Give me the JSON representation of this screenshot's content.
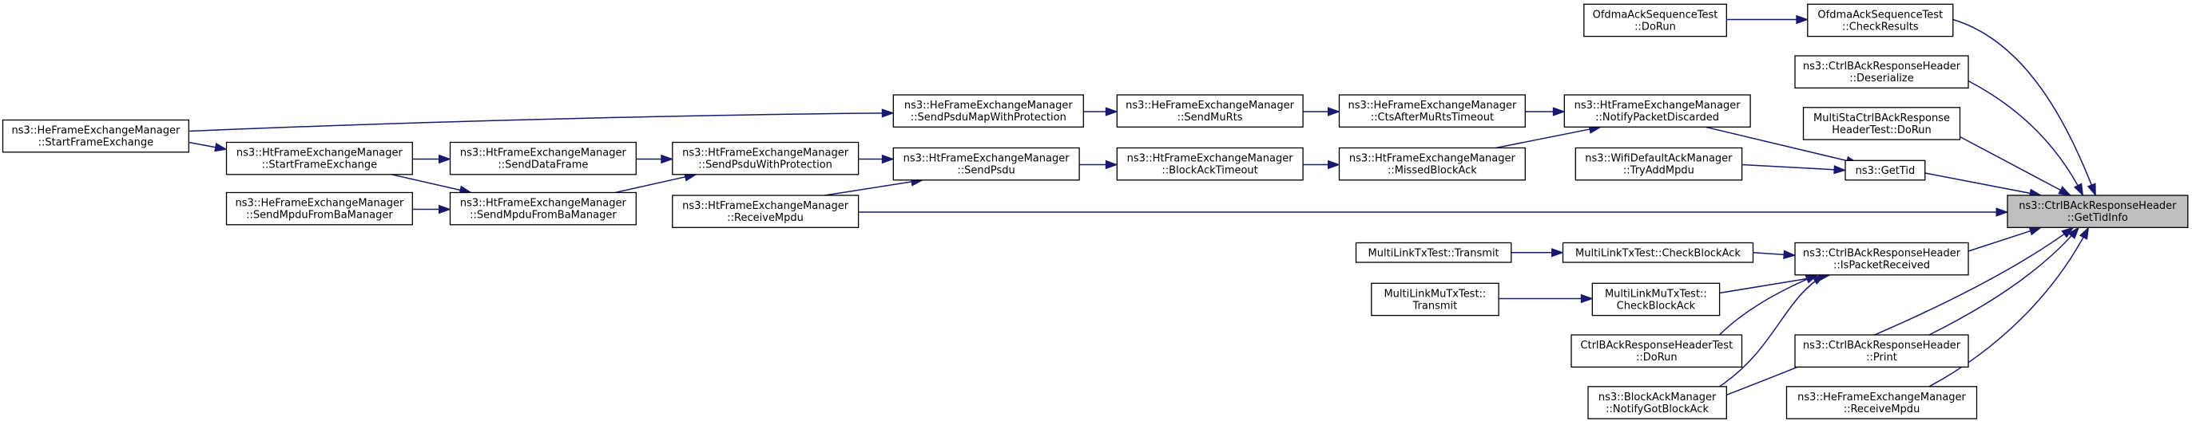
{
  "graph": {
    "edge_color": "#191970",
    "root_fill": "#bfbfbf",
    "nodes": {
      "root": [
        "ns3::CtrlBAckResponseHeader",
        "::GetTidInfo"
      ],
      "heStart": [
        "ns3::HeFrameExchangeManager",
        "::StartFrameExchange"
      ],
      "htStart": [
        "ns3::HtFrameExchangeManager",
        "::StartFrameExchange"
      ],
      "heSendMpdu": [
        "ns3::HeFrameExchangeManager",
        "::SendMpduFromBaManager"
      ],
      "htSendData": [
        "ns3::HtFrameExchangeManager",
        "::SendDataFrame"
      ],
      "htSendMpdu": [
        "ns3::HtFrameExchangeManager",
        "::SendMpduFromBaManager"
      ],
      "htPsduProt": [
        "ns3::HtFrameExchangeManager",
        "::SendPsduWithProtection"
      ],
      "htRecv": [
        "ns3::HtFrameExchangeManager",
        "::ReceiveMpdu"
      ],
      "heMapProt": [
        "ns3::HeFrameExchangeManager",
        "::SendPsduMapWithProtection"
      ],
      "htSendPsdu": [
        "ns3::HtFrameExchangeManager",
        "::SendPsdu"
      ],
      "heMuRts": [
        "ns3::HeFrameExchangeManager",
        "::SendMuRts"
      ],
      "htBaTimeout": [
        "ns3::HtFrameExchangeManager",
        "::BlockAckTimeout"
      ],
      "heCtsTimeout": [
        "ns3::HeFrameExchangeManager",
        "::CtsAfterMuRtsTimeout"
      ],
      "htMissed": [
        "ns3::HtFrameExchangeManager",
        "::MissedBlockAck"
      ],
      "ofdmaDoRun": [
        "OfdmaAckSequenceTest",
        "::DoRun"
      ],
      "ofdmaCheck": [
        "OfdmaAckSequenceTest",
        "::CheckResults"
      ],
      "deserialize": [
        "ns3::CtrlBAckResponseHeader",
        "::Deserialize"
      ],
      "multiSta": [
        "MultiStaCtrlBAckResponse",
        "HeaderTest::DoRun"
      ],
      "notifyDiscarded": [
        "ns3::HtFrameExchangeManager",
        "::NotifyPacketDiscarded"
      ],
      "tryAdd": [
        "ns3::WifiDefaultAckManager",
        "::TryAddMpdu"
      ],
      "getTid": [
        "ns3::GetTid"
      ],
      "mlTxTransmit": [
        "MultiLinkTxTest::Transmit"
      ],
      "mlTxCheck": [
        "MultiLinkTxTest::CheckBlockAck"
      ],
      "mlMuTransmit": [
        "MultiLinkMuTxTest::",
        "Transmit"
      ],
      "mlMuCheck": [
        "MultiLinkMuTxTest::",
        "CheckBlockAck"
      ],
      "isPacketRecv": [
        "ns3::CtrlBAckResponseHeader",
        "::IsPacketReceived"
      ],
      "ctrlTest": [
        "CtrlBAckResponseHeaderTest",
        "::DoRun"
      ],
      "notifyGot": [
        "ns3::BlockAckManager",
        "::NotifyGotBlockAck"
      ],
      "print": [
        "ns3::CtrlBAckResponseHeader",
        "::Print"
      ],
      "heRecv": [
        "ns3::HeFrameExchangeManager",
        "::ReceiveMpdu"
      ]
    }
  }
}
